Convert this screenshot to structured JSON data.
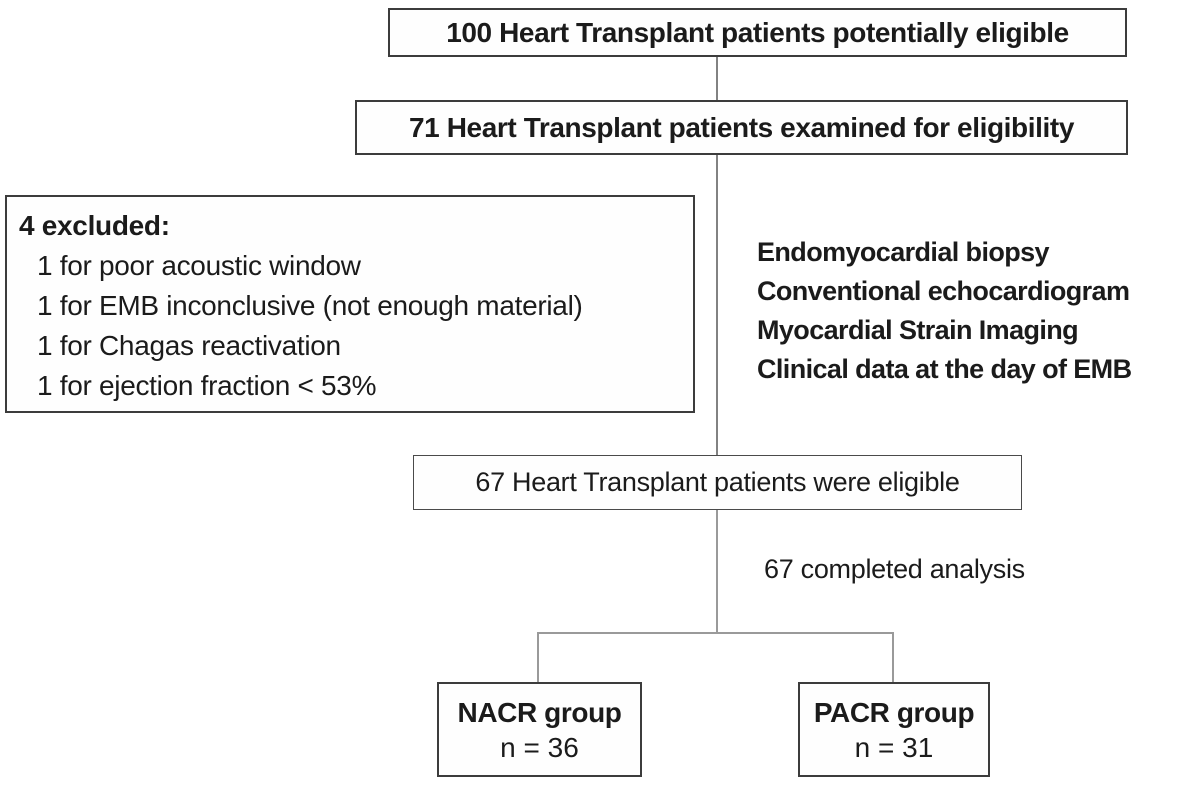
{
  "diagram": {
    "title_box": {
      "label": "100 Heart Transplant patients potentially eligible"
    },
    "examined_box": {
      "label": "71 Heart Transplant patients examined for eligibility"
    },
    "excluded_box": {
      "title": "4 excluded:",
      "items": [
        "1 for poor acoustic window",
        "1 for EMB inconclusive (not enough material)",
        "1 for Chagas reactivation",
        "1 for ejection fraction < 53%"
      ]
    },
    "procedures": [
      "Endomyocardial biopsy",
      "Conventional echocardiogram",
      "Myocardial Strain Imaging",
      "Clinical data at the day of EMB"
    ],
    "eligible_box": {
      "label": "67 Heart Transplant patients were eligible"
    },
    "completed_note": "67 completed analysis",
    "groups": [
      {
        "name": "NACR group",
        "n_label": "n = 36"
      },
      {
        "name": "PACR group",
        "n_label": "n = 31"
      }
    ],
    "colors": {
      "background": "#ffffff",
      "box_border": "#3c3c3c",
      "connector": "#8a8a8a",
      "text": "#1b1b1b"
    }
  }
}
